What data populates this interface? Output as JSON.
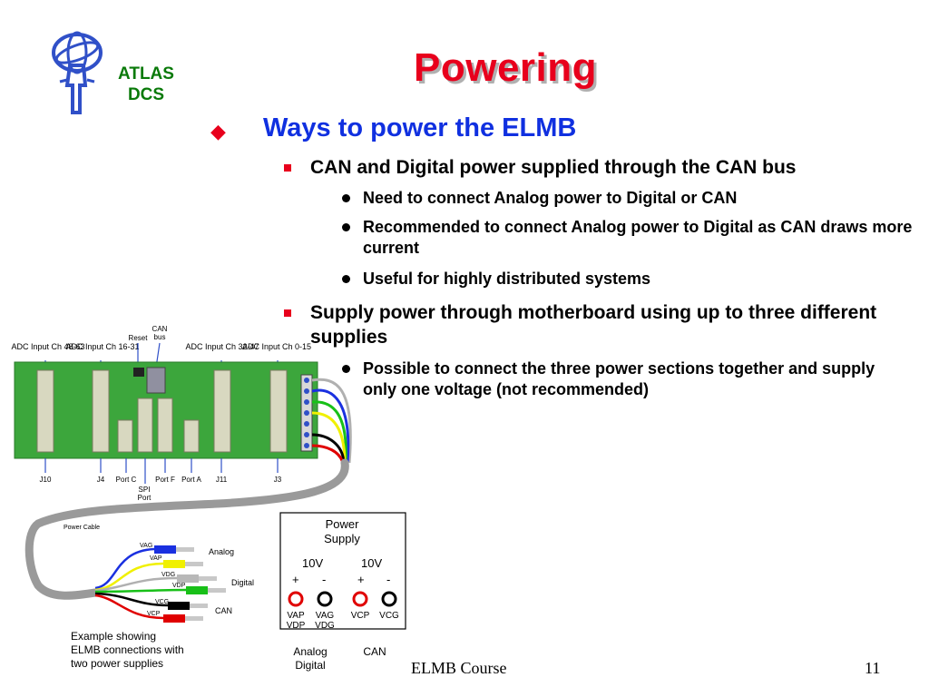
{
  "logo": {
    "line1": "ATLAS",
    "line2": "DCS"
  },
  "title": "Powering",
  "main_bullet": "Ways to power the ELMB",
  "sub1": {
    "text": "CAN and Digital power supplied through the CAN bus",
    "items": [
      "Need to connect Analog power to Digital or CAN",
      "Recommended to connect Analog power to Digital as CAN draws more current",
      "Useful for highly distributed systems"
    ]
  },
  "sub2": {
    "text": "Supply power through motherboard using up to three different supplies",
    "items": [
      "Possible to connect the three power sections together and supply only one voltage (not recommended)"
    ]
  },
  "board": {
    "top_labels": [
      "ADC Input Ch 48-63",
      "ADC Input Ch 16-31",
      "ADC Input Ch 32-47",
      "ADC Input Ch 0-15"
    ],
    "reset": "Reset",
    "can_bus_1": "CAN",
    "can_bus_2": "bus",
    "bottom_labels": [
      "J10",
      "J4",
      "Port C",
      "Port F",
      "Port A",
      "J11",
      "J3"
    ],
    "spi_1": "SPI",
    "spi_2": "Port"
  },
  "cable": {
    "title": "Power Cable",
    "wires": [
      "VAG",
      "VAP",
      "VDG",
      "VDP",
      "VCG",
      "VCP"
    ],
    "groups": [
      "Analog",
      "Digital",
      "CAN"
    ]
  },
  "caption": {
    "line1": "Example showing",
    "line2": "ELMB connections with",
    "line3": "two power supplies"
  },
  "power_supply": {
    "title1": "Power",
    "title2": "Supply",
    "volt1": "10V",
    "volt2": "10V",
    "plus": "+",
    "minus": "-",
    "t1a": "VAP",
    "t1b": "VDP",
    "t2a": "VAG",
    "t2b": "VDG",
    "t3": "VCP",
    "t4": "VCG",
    "under1a": "Analog",
    "under1b": "Digital",
    "under2": "CAN"
  },
  "footer": {
    "course": "ELMB Course",
    "page": "11"
  },
  "colors": {
    "title": "#e8001c",
    "heading": "#1030e0",
    "board": "#3ca63c",
    "logo": "#0a7a0a"
  }
}
